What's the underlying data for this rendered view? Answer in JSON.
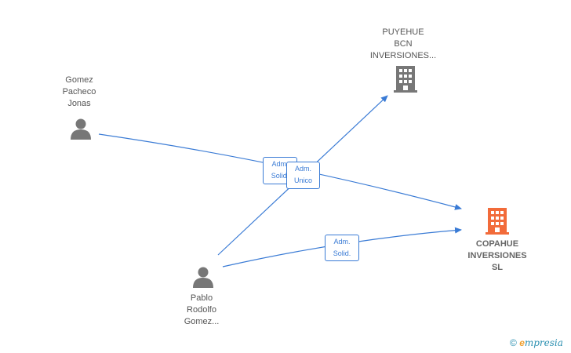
{
  "nodes": {
    "gomez": {
      "lines": [
        "Gomez",
        "Pacheco",
        "Jonas"
      ],
      "icon": "person-icon",
      "color": "#777777"
    },
    "pablo": {
      "lines": [
        "Pablo",
        "Rodolfo",
        "Gomez..."
      ],
      "icon": "person-icon",
      "color": "#777777"
    },
    "puyehue": {
      "lines": [
        "PUYEHUE",
        "BCN",
        "INVERSIONES..."
      ],
      "icon": "building-icon",
      "color": "#777777"
    },
    "copahue": {
      "lines": [
        "COPAHUE",
        "INVERSIONES",
        "SL"
      ],
      "icon": "building-icon",
      "color": "#f26b3a"
    }
  },
  "edges": {
    "gomez_copahue": {
      "lines": [
        "Adm.",
        "Solid."
      ]
    },
    "pablo_puyehue": {
      "lines": [
        "Adm.",
        "Unico"
      ]
    },
    "pablo_copahue": {
      "lines": [
        "Adm.",
        "Solid."
      ]
    }
  },
  "edge_color": "#3a7bd5",
  "brand": {
    "copyright": "©",
    "e": "e",
    "rest": "mpresia"
  }
}
